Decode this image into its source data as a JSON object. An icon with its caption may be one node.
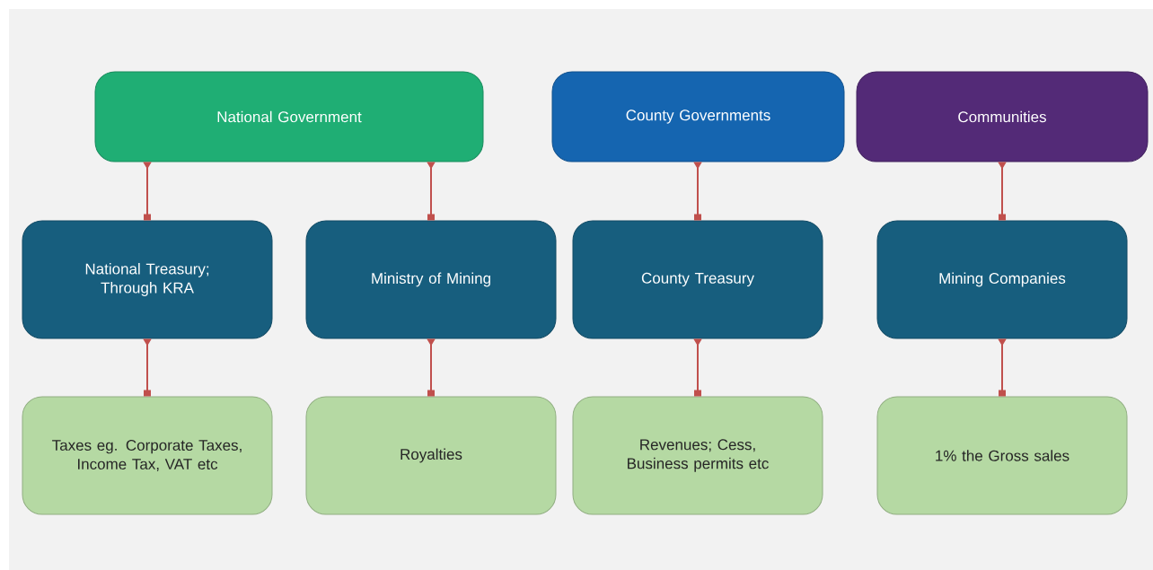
{
  "diagram": {
    "nodes": [
      {
        "text": [
          "National Government"
        ]
      },
      {
        "text": [
          "County Governments"
        ]
      },
      {
        "text": [
          "Communities"
        ]
      },
      {
        "text": [
          "National Treasury; Through KRA"
        ]
      },
      {
        "text": [
          "Ministry of Mining"
        ]
      },
      {
        "text": [
          "County Treasury"
        ]
      },
      {
        "text": [
          "Mining Companies"
        ]
      },
      {
        "text": [
          "Taxes eg. Corporate Taxes, Income Tax, VAT etc"
        ]
      },
      {
        "text": [
          "Royalties"
        ]
      },
      {
        "text": [
          "Revenues; Cess, Business permits etc"
        ]
      },
      {
        "text": [
          "1% the Gross sales"
        ]
      }
    ],
    "edges": [
      {
        "from": 0,
        "to": 3,
        "arrow": "to"
      },
      {
        "from": 0,
        "to": 4,
        "arrow": "to"
      },
      {
        "from": 1,
        "to": 5,
        "arrow": "to"
      },
      {
        "from": 2,
        "to": 6,
        "arrow": "to"
      },
      {
        "from": 3,
        "to": 7,
        "arrow": "to"
      },
      {
        "from": 4,
        "to": 8,
        "arrow": "to"
      },
      {
        "from": 5,
        "to": 9,
        "arrow": "to"
      },
      {
        "from": 6,
        "to": 10,
        "arrow": "to"
      }
    ]
  }
}
